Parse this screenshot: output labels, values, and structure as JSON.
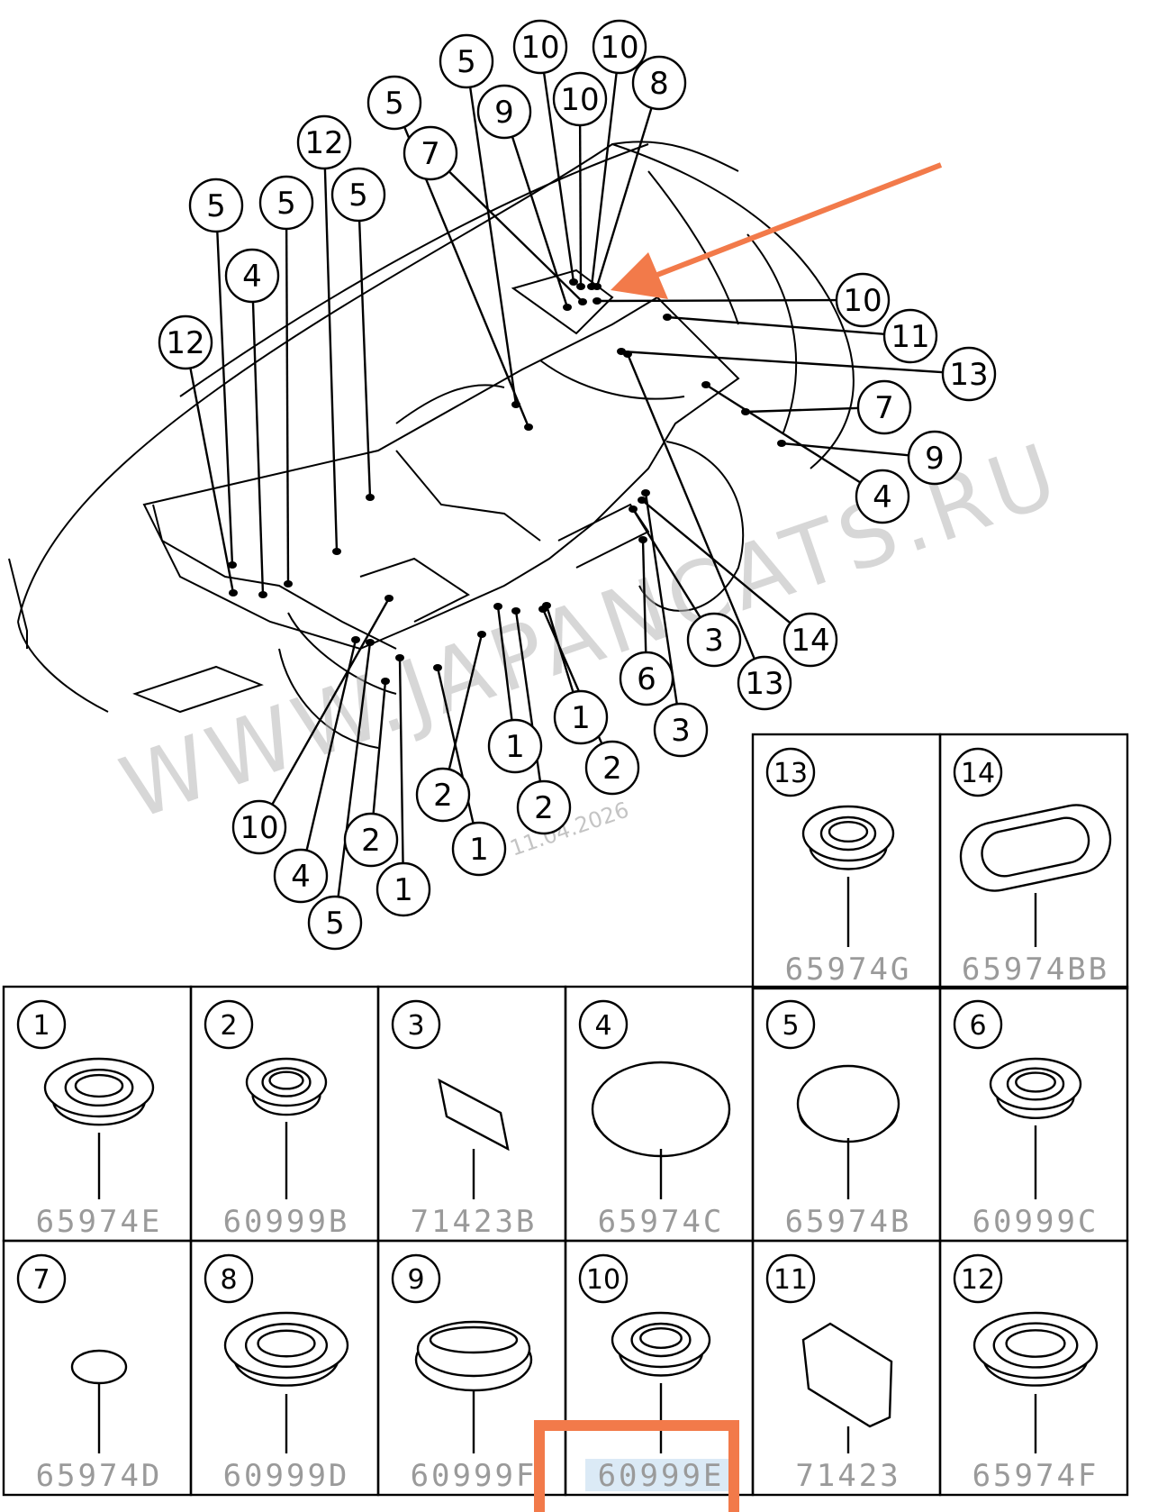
{
  "watermark": "WWW.JAPANCATS.RU",
  "date_stamp": "11.04.2026",
  "accent_color": "#f27a4a",
  "callouts": [
    "5",
    "10",
    "10",
    "10",
    "8",
    "5",
    "9",
    "12",
    "7",
    "5",
    "5",
    "5",
    "4",
    "12",
    "10",
    "11",
    "13",
    "7",
    "9",
    "4",
    "3",
    "14",
    "6",
    "13",
    "3",
    "1",
    "2",
    "1",
    "2",
    "2",
    "1",
    "10",
    "2",
    "4",
    "1",
    "5"
  ],
  "parts": [
    {
      "num": "1",
      "code": "65974E"
    },
    {
      "num": "2",
      "code": "60999B"
    },
    {
      "num": "3",
      "code": "71423B"
    },
    {
      "num": "4",
      "code": "65974C"
    },
    {
      "num": "5",
      "code": "65974B"
    },
    {
      "num": "6",
      "code": "60999C"
    },
    {
      "num": "7",
      "code": "65974D"
    },
    {
      "num": "8",
      "code": "60999D"
    },
    {
      "num": "9",
      "code": "60999F"
    },
    {
      "num": "10",
      "code": "60999E"
    },
    {
      "num": "11",
      "code": "71423"
    },
    {
      "num": "12",
      "code": "65974F"
    },
    {
      "num": "13",
      "code": "65974G"
    },
    {
      "num": "14",
      "code": "65974BB"
    }
  ],
  "highlighted_part": "10"
}
